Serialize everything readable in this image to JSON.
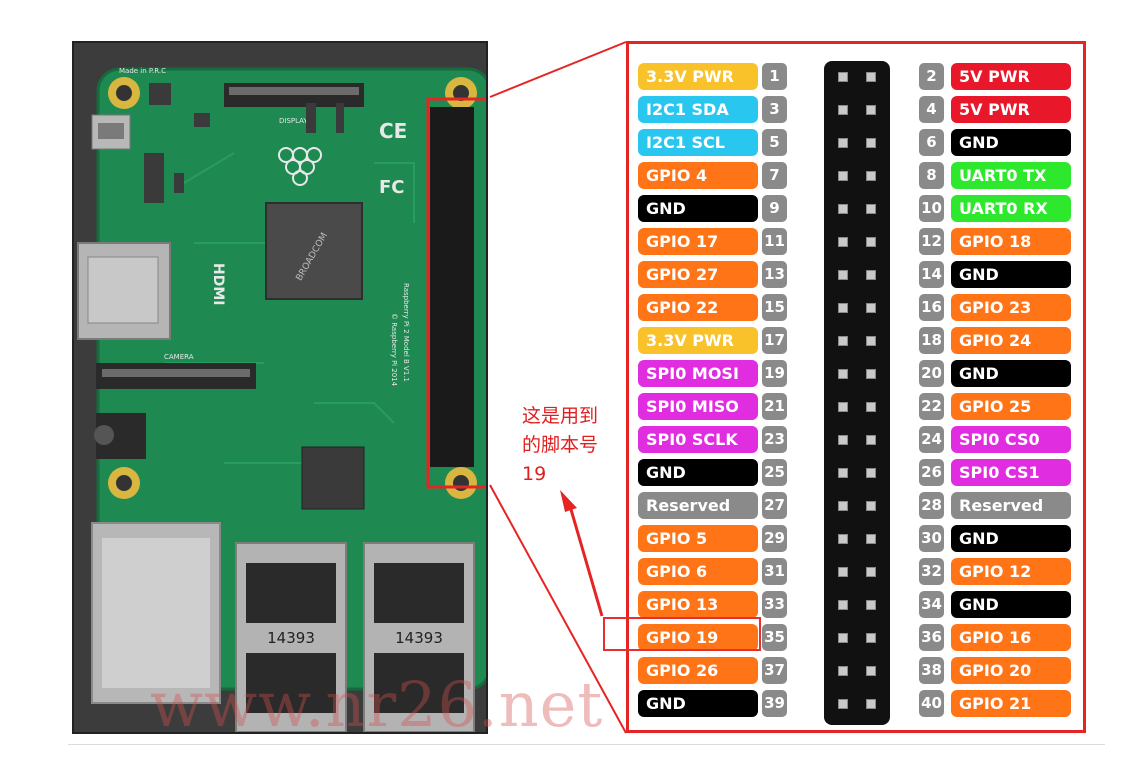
{
  "note": {
    "line1": "这是用到",
    "line2": "的脚本号",
    "line3": "19"
  },
  "watermark": "www.nr26.net",
  "board_text": {
    "made_in": "Made in P.R.C",
    "display": "DISPLAY",
    "camera": "CAMERA",
    "hdmi": "HDMI",
    "chip": "BROADCOM",
    "model": "Raspberry Pi 2 Model B V1.1",
    "year": "© Raspberry Pi 2014",
    "usb_left": "14393",
    "usb_right": "14393"
  },
  "colors": {
    "power33": "#f9c22b",
    "power5": "#e8182a",
    "gnd": "#000000",
    "gpio": "#ff7417",
    "i2c": "#29c6ef",
    "uart": "#2ee82e",
    "spi": "#e02de0",
    "reserved": "#8a8a8a",
    "frame": "#e52424"
  },
  "pins": [
    {
      "num": "1",
      "label": "3.3V PWR",
      "type": "power33"
    },
    {
      "num": "2",
      "label": "5V PWR",
      "type": "power5"
    },
    {
      "num": "3",
      "label": "I2C1 SDA",
      "type": "i2c"
    },
    {
      "num": "4",
      "label": "5V PWR",
      "type": "power5"
    },
    {
      "num": "5",
      "label": "I2C1 SCL",
      "type": "i2c"
    },
    {
      "num": "6",
      "label": "GND",
      "type": "gnd"
    },
    {
      "num": "7",
      "label": "GPIO 4",
      "type": "gpio"
    },
    {
      "num": "8",
      "label": "UART0 TX",
      "type": "uart"
    },
    {
      "num": "9",
      "label": "GND",
      "type": "gnd"
    },
    {
      "num": "10",
      "label": "UART0 RX",
      "type": "uart"
    },
    {
      "num": "11",
      "label": "GPIO 17",
      "type": "gpio"
    },
    {
      "num": "12",
      "label": "GPIO 18",
      "type": "gpio"
    },
    {
      "num": "13",
      "label": "GPIO 27",
      "type": "gpio"
    },
    {
      "num": "14",
      "label": "GND",
      "type": "gnd"
    },
    {
      "num": "15",
      "label": "GPIO 22",
      "type": "gpio"
    },
    {
      "num": "16",
      "label": "GPIO 23",
      "type": "gpio"
    },
    {
      "num": "17",
      "label": "3.3V PWR",
      "type": "power33"
    },
    {
      "num": "18",
      "label": "GPIO 24",
      "type": "gpio"
    },
    {
      "num": "19",
      "label": "SPI0 MOSI",
      "type": "spi"
    },
    {
      "num": "20",
      "label": "GND",
      "type": "gnd"
    },
    {
      "num": "21",
      "label": "SPI0 MISO",
      "type": "spi"
    },
    {
      "num": "22",
      "label": "GPIO 25",
      "type": "gpio"
    },
    {
      "num": "23",
      "label": "SPI0 SCLK",
      "type": "spi"
    },
    {
      "num": "24",
      "label": "SPI0 CS0",
      "type": "spi"
    },
    {
      "num": "25",
      "label": "GND",
      "type": "gnd"
    },
    {
      "num": "26",
      "label": "SPI0 CS1",
      "type": "spi"
    },
    {
      "num": "27",
      "label": "Reserved",
      "type": "reserved"
    },
    {
      "num": "28",
      "label": "Reserved",
      "type": "reserved"
    },
    {
      "num": "29",
      "label": "GPIO 5",
      "type": "gpio"
    },
    {
      "num": "30",
      "label": "GND",
      "type": "gnd"
    },
    {
      "num": "31",
      "label": "GPIO 6",
      "type": "gpio"
    },
    {
      "num": "32",
      "label": "GPIO 12",
      "type": "gpio"
    },
    {
      "num": "33",
      "label": "GPIO 13",
      "type": "gpio"
    },
    {
      "num": "34",
      "label": "GND",
      "type": "gnd"
    },
    {
      "num": "35",
      "label": "GPIO 19",
      "type": "gpio"
    },
    {
      "num": "36",
      "label": "GPIO 16",
      "type": "gpio"
    },
    {
      "num": "37",
      "label": "GPIO 26",
      "type": "gpio"
    },
    {
      "num": "38",
      "label": "GPIO 20",
      "type": "gpio"
    },
    {
      "num": "39",
      "label": "GND",
      "type": "gnd"
    },
    {
      "num": "40",
      "label": "GPIO 21",
      "type": "gpio"
    }
  ]
}
